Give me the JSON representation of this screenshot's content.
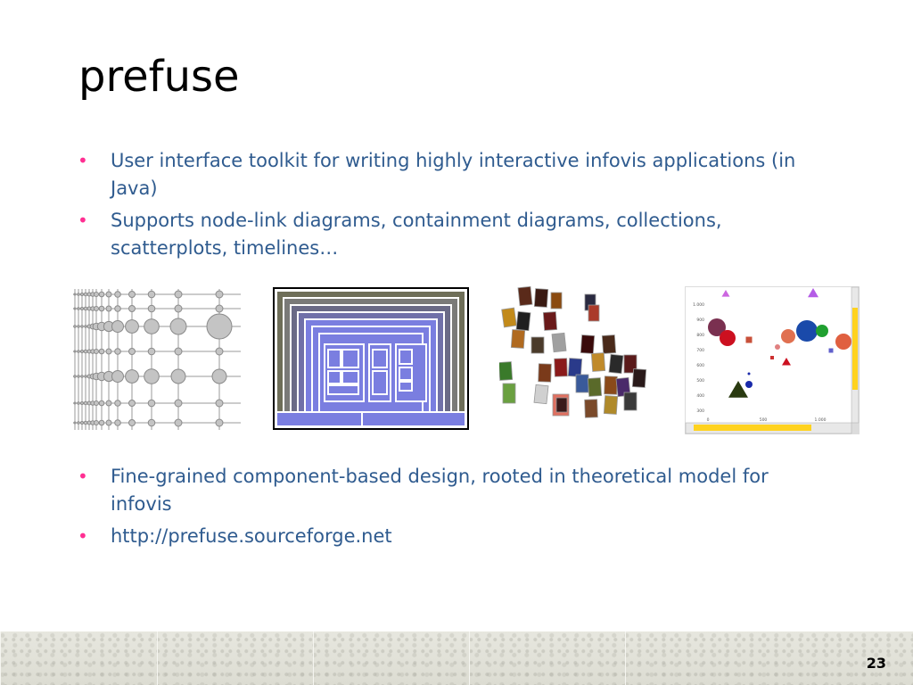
{
  "slide": {
    "title": "prefuse",
    "bullets_top": [
      "User interface toolkit for writing highly interactive infovis applications (in Java)",
      "Supports node-link diagrams, containment diagrams, collections, scatterplots, timelines…"
    ],
    "bullets_bottom": [
      "Fine-grained component-based design, rooted in theoretical model for infovis",
      "http://prefuse.sourceforge.net"
    ],
    "bullet_symbol": "•",
    "page_number": "23"
  },
  "figures": {
    "scatter_y_ticks": [
      "1.000",
      "900",
      "800",
      "700",
      "600",
      "500",
      "400",
      "300"
    ],
    "scatter_x_ticks": [
      "0",
      "500",
      "1.000"
    ]
  },
  "colors": {
    "text_blue": "#2f5b8f",
    "bullet_pink": "#ff2f92",
    "tree_blue": "#7a7ee0",
    "tree_olive": "#6e6e58",
    "scrollbar_yellow": "#ffd21f"
  }
}
